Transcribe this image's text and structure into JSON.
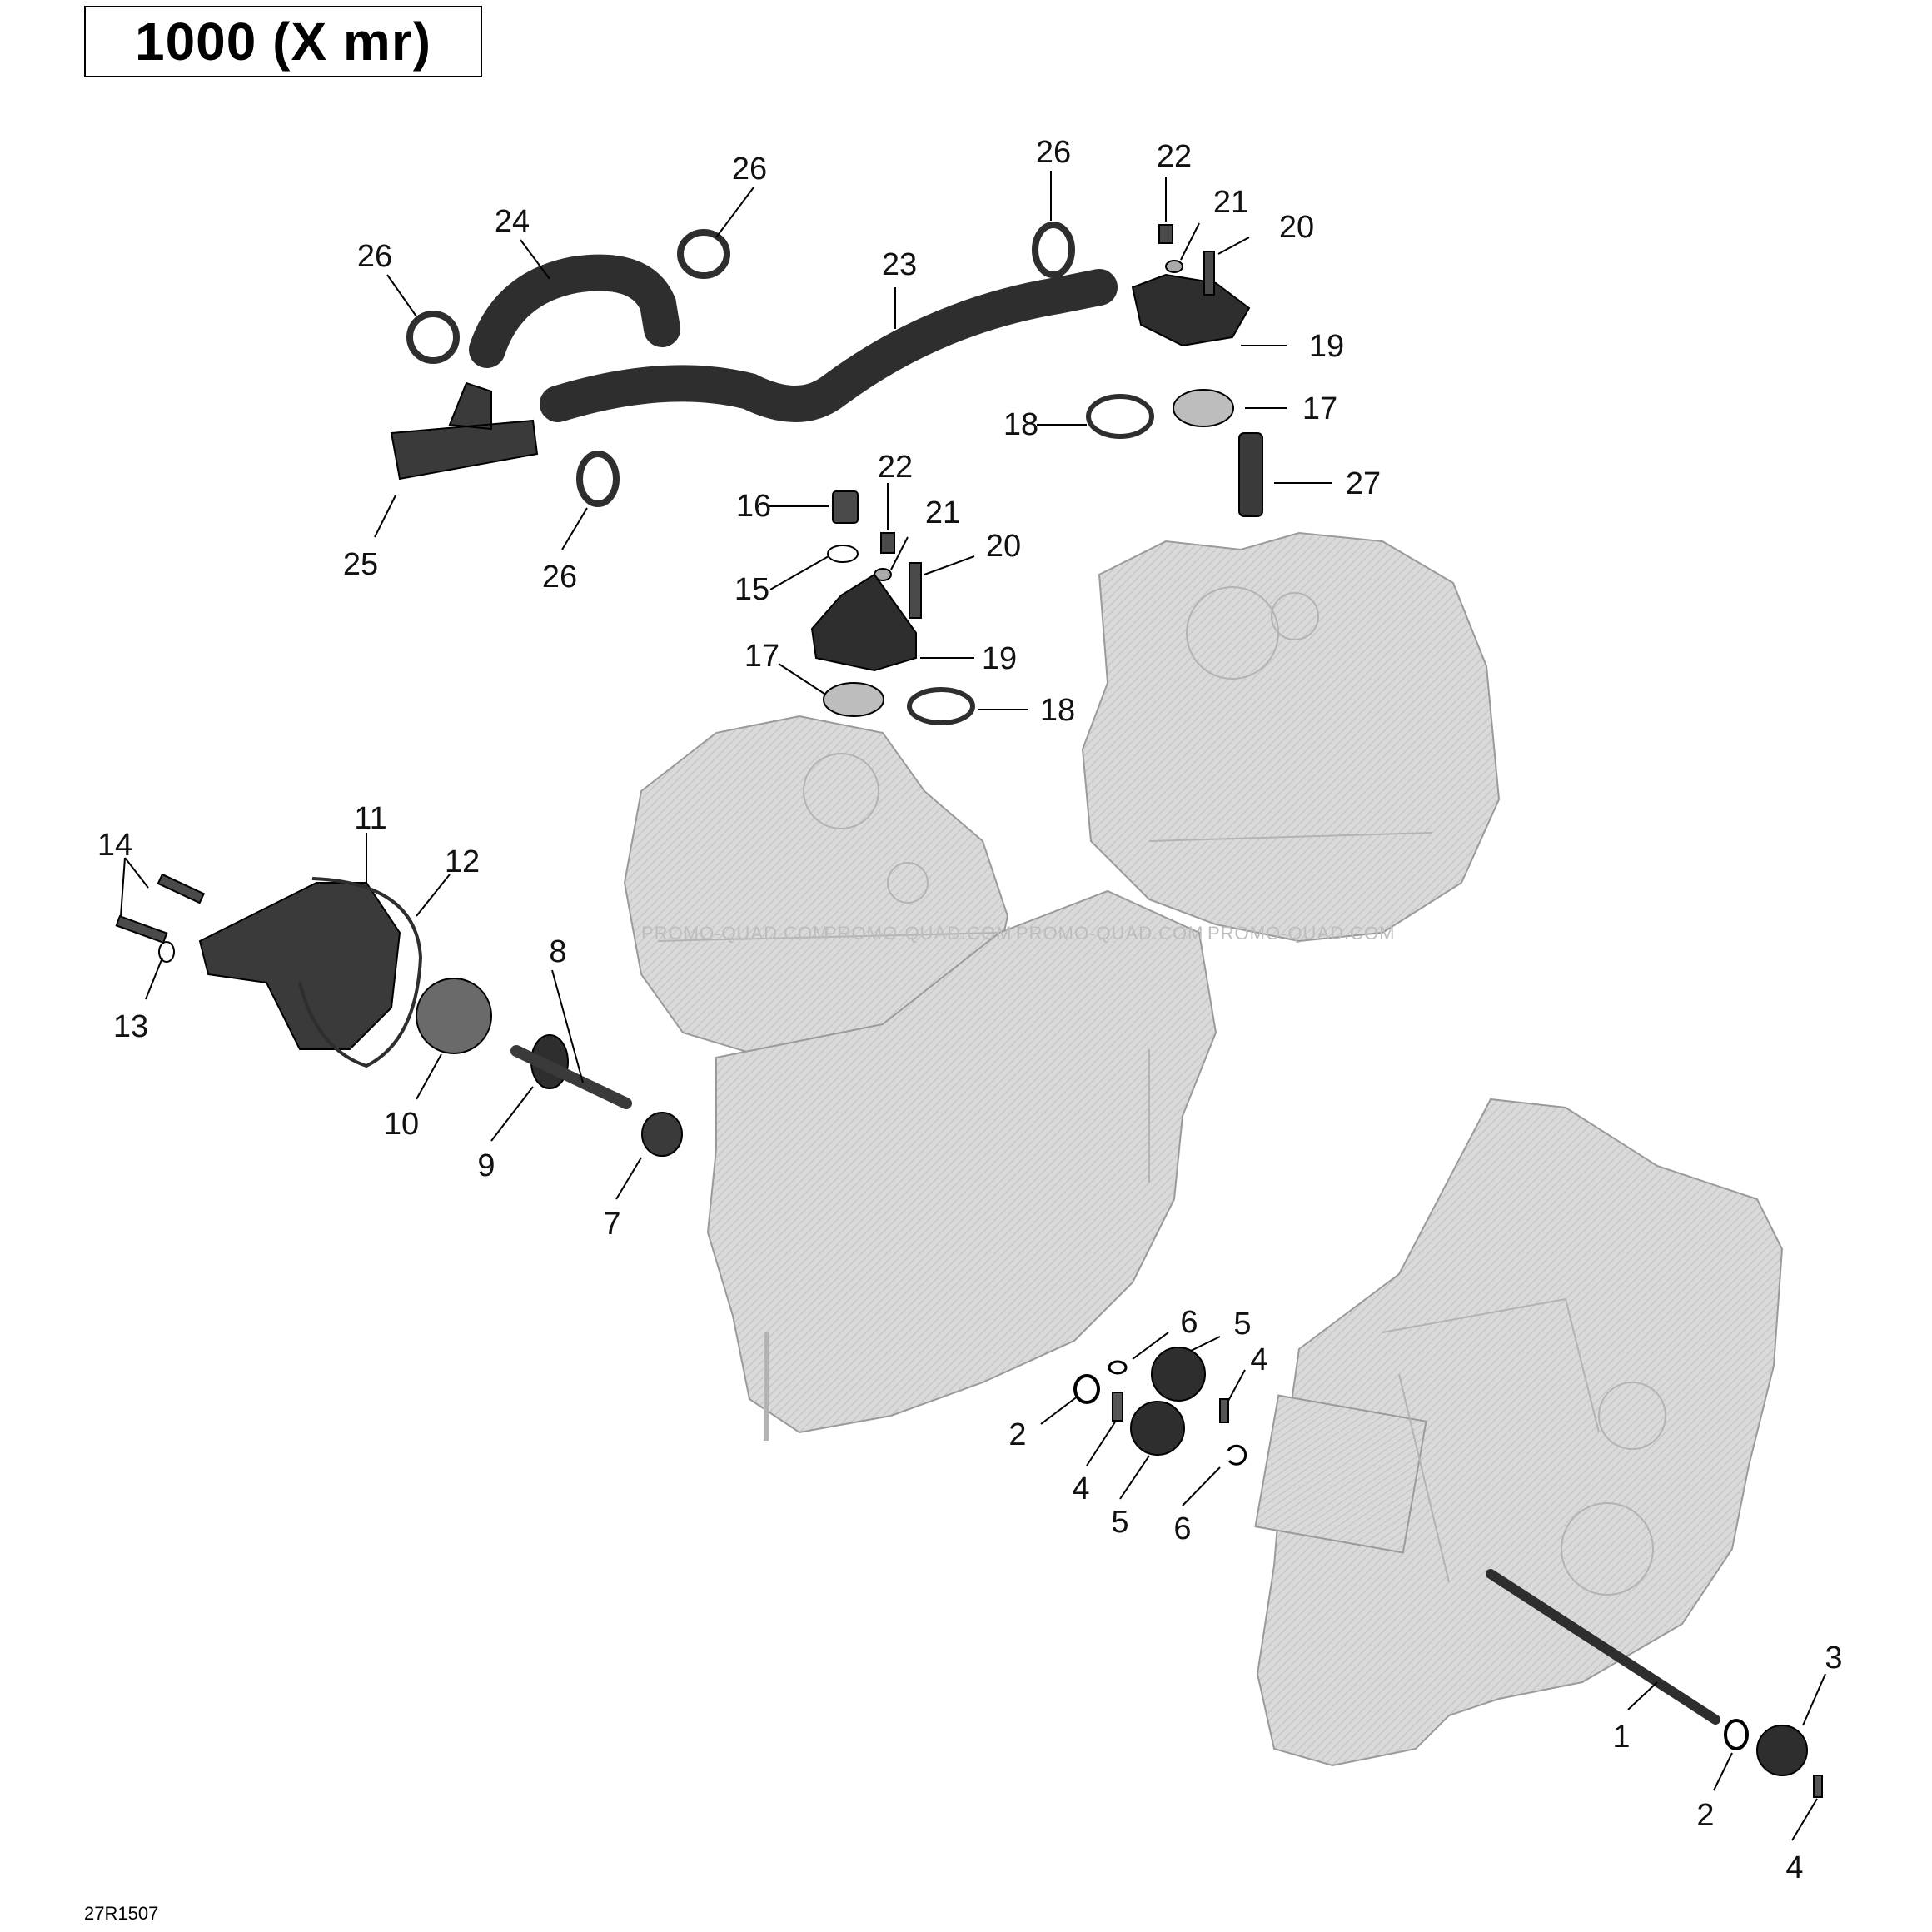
{
  "header": {
    "title": "1000 (X mr)"
  },
  "footer": {
    "reference_code": "27R1507"
  },
  "watermark": {
    "text": "PROMO-QUAD.COM"
  },
  "colors": {
    "part": "#2e2e2e",
    "engine": "#d9d9d9",
    "engine_stroke": "#9a9a9a",
    "line": "#000000"
  },
  "callouts": [
    {
      "id": "c1",
      "label": "1",
      "part": "shaft"
    },
    {
      "id": "c2a",
      "label": "2",
      "part": "washer"
    },
    {
      "id": "c2b",
      "label": "2",
      "part": "washer"
    },
    {
      "id": "c3",
      "label": "3",
      "part": "gear"
    },
    {
      "id": "c4a",
      "label": "4",
      "part": "pin"
    },
    {
      "id": "c4b",
      "label": "4",
      "part": "pin"
    },
    {
      "id": "c4c",
      "label": "4",
      "part": "pin"
    },
    {
      "id": "c5a",
      "label": "5",
      "part": "gear"
    },
    {
      "id": "c5b",
      "label": "5",
      "part": "gear"
    },
    {
      "id": "c6a",
      "label": "6",
      "part": "retaining-ring"
    },
    {
      "id": "c6b",
      "label": "6",
      "part": "retaining-ring"
    },
    {
      "id": "c7",
      "label": "7",
      "part": "seal"
    },
    {
      "id": "c8",
      "label": "8",
      "part": "pump-shaft"
    },
    {
      "id": "c9",
      "label": "9",
      "part": "seal"
    },
    {
      "id": "c10",
      "label": "10",
      "part": "impeller"
    },
    {
      "id": "c11",
      "label": "11",
      "part": "pump-cover"
    },
    {
      "id": "c12",
      "label": "12",
      "part": "o-ring"
    },
    {
      "id": "c13",
      "label": "13",
      "part": "washer"
    },
    {
      "id": "c14",
      "label": "14",
      "part": "bolt"
    },
    {
      "id": "c15",
      "label": "15",
      "part": "washer"
    },
    {
      "id": "c16",
      "label": "16",
      "part": "plug"
    },
    {
      "id": "c17a",
      "label": "17",
      "part": "gasket"
    },
    {
      "id": "c17b",
      "label": "17",
      "part": "gasket"
    },
    {
      "id": "c18a",
      "label": "18",
      "part": "o-ring"
    },
    {
      "id": "c18b",
      "label": "18",
      "part": "o-ring"
    },
    {
      "id": "c19a",
      "label": "19",
      "part": "outlet-socket"
    },
    {
      "id": "c19b",
      "label": "19",
      "part": "outlet-socket"
    },
    {
      "id": "c20a",
      "label": "20",
      "part": "bolt"
    },
    {
      "id": "c20b",
      "label": "20",
      "part": "bolt"
    },
    {
      "id": "c21a",
      "label": "21",
      "part": "washer"
    },
    {
      "id": "c21b",
      "label": "21",
      "part": "washer"
    },
    {
      "id": "c22a",
      "label": "22",
      "part": "bleed-screw"
    },
    {
      "id": "c22b",
      "label": "22",
      "part": "bleed-screw"
    },
    {
      "id": "c23",
      "label": "23",
      "part": "hose"
    },
    {
      "id": "c24",
      "label": "24",
      "part": "hose"
    },
    {
      "id": "c25",
      "label": "25",
      "part": "y-fitting"
    },
    {
      "id": "c26a",
      "label": "26",
      "part": "clamp"
    },
    {
      "id": "c26b",
      "label": "26",
      "part": "clamp"
    },
    {
      "id": "c26c",
      "label": "26",
      "part": "clamp"
    },
    {
      "id": "c26d",
      "label": "26",
      "part": "clamp"
    },
    {
      "id": "c27",
      "label": "27",
      "part": "temperature-sensor"
    }
  ]
}
